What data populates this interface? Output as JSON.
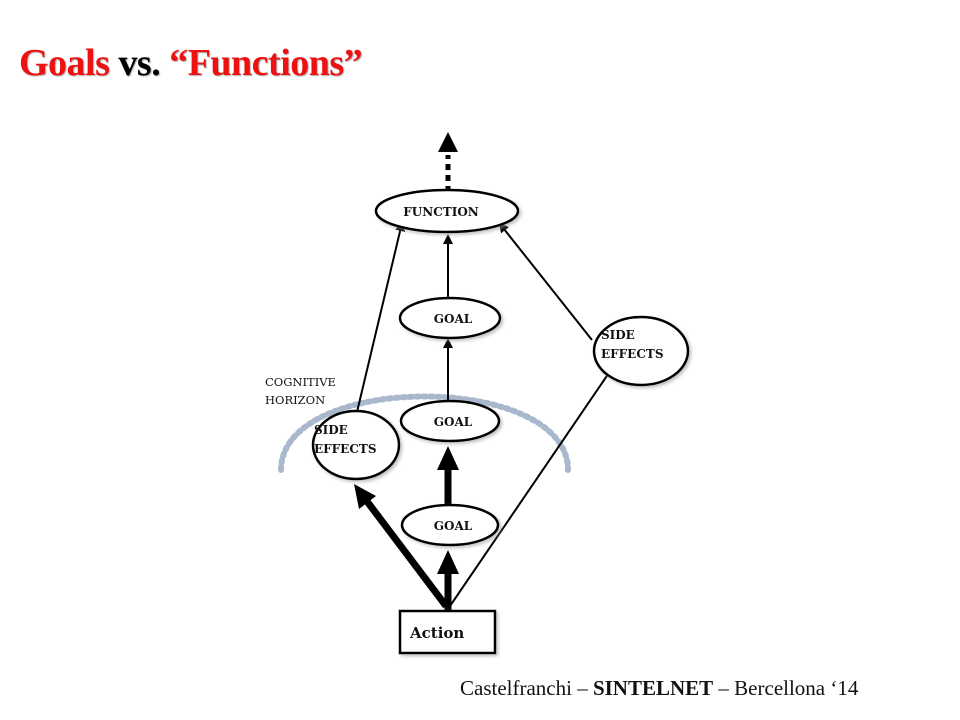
{
  "slide": {
    "title": {
      "part1": "Goals",
      "part2": " vs. ",
      "part3": "“Functions”"
    },
    "footer": {
      "author": "Castelfranchi – ",
      "project": "SINTELNET",
      "rest": " – Bercellona ‘14"
    }
  },
  "diagram": {
    "nodes": {
      "function": "FUNCTION",
      "goal_top": "GOAL",
      "goal_mid": "GOAL",
      "goal_low": "GOAL",
      "side_effects_left_line1": "SIDE",
      "side_effects_left_line2": "EFFECTS",
      "side_effects_right_line1": "SIDE",
      "side_effects_right_line2": "EFFECTS",
      "action": "Action"
    },
    "horizon_label_line1": "COGNITIVE",
    "horizon_label_line2": "HORIZON",
    "colors": {
      "title_red": "#ee1111",
      "horizon_dots": "#a9b8cc"
    }
  }
}
